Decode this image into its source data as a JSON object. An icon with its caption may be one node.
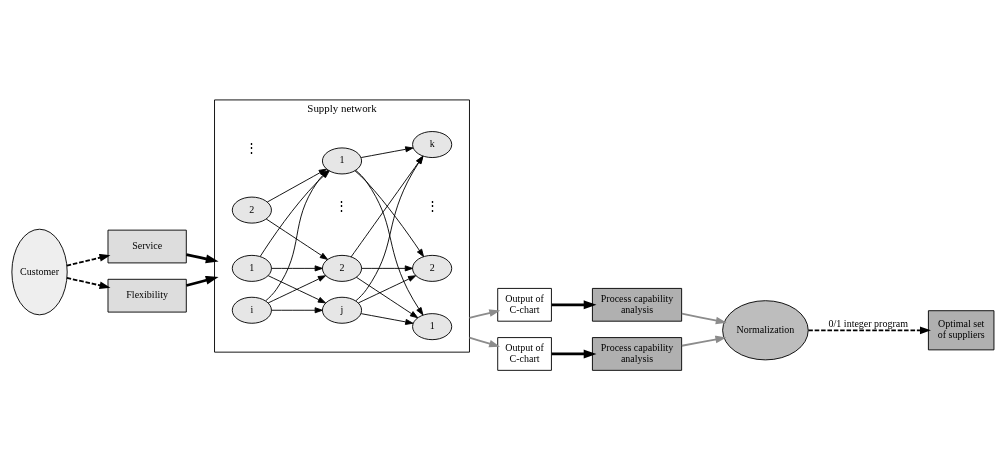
{
  "diagram": {
    "nodes": [
      {
        "text": [
          "Customer"
        ]
      },
      {
        "text": [
          "Service"
        ]
      },
      {
        "text": [
          "Flexibility"
        ]
      },
      {
        "text": [
          "Supply network"
        ]
      },
      {
        "text": [
          "1"
        ],
        "in": 3
      },
      {
        "text": [
          "2"
        ],
        "in": 3
      },
      {
        "text": [
          "i"
        ],
        "in": 3
      },
      {
        "text": [
          "1"
        ],
        "in": 3
      },
      {
        "text": [
          "2"
        ],
        "in": 3
      },
      {
        "text": [
          "j"
        ],
        "in": 3
      },
      {
        "text": [
          "1"
        ],
        "in": 3
      },
      {
        "text": [
          "2"
        ],
        "in": 3
      },
      {
        "text": [
          "k"
        ],
        "in": 3
      },
      {
        "text": [
          "Output of C-chart"
        ]
      },
      {
        "text": [
          "Process capability analysis"
        ]
      },
      {
        "text": [
          "Normalization"
        ]
      },
      {
        "text": [
          "Optimal set of suppliers"
        ]
      },
      {
        "text": [
          "Process capability analysis"
        ]
      },
      {
        "text": [
          "Output of C-chart"
        ]
      }
    ],
    "edges": [
      {
        "from": 0,
        "to": 1,
        "arrow": "to",
        "style": "dashed"
      },
      {
        "from": 0,
        "to": 2,
        "arrow": "to",
        "style": "dashed"
      },
      {
        "from": 1,
        "to": 3,
        "arrow": "to",
        "style": "thick"
      },
      {
        "from": 2,
        "to": 3,
        "arrow": "to",
        "style": "thick"
      },
      {
        "from": 4,
        "to": 7,
        "arrow": "to"
      },
      {
        "from": 4,
        "to": 8,
        "arrow": "to"
      },
      {
        "from": 4,
        "to": 9,
        "arrow": "to"
      },
      {
        "from": 5,
        "to": 7,
        "arrow": "to"
      },
      {
        "from": 5,
        "to": 8,
        "arrow": "to"
      },
      {
        "from": 6,
        "to": 7,
        "arrow": "to"
      },
      {
        "from": 6,
        "to": 8,
        "arrow": "to"
      },
      {
        "from": 6,
        "to": 9,
        "arrow": "to"
      },
      {
        "from": 7,
        "to": 10,
        "arrow": "to"
      },
      {
        "from": 7,
        "to": 11,
        "arrow": "to"
      },
      {
        "from": 7,
        "to": 12,
        "arrow": "to"
      },
      {
        "from": 8,
        "to": 10,
        "arrow": "to"
      },
      {
        "from": 8,
        "to": 11,
        "arrow": "to"
      },
      {
        "from": 8,
        "to": 12,
        "arrow": "to"
      },
      {
        "from": 9,
        "to": 10,
        "arrow": "to"
      },
      {
        "from": 9,
        "to": 11,
        "arrow": "to"
      },
      {
        "from": 9,
        "to": 12,
        "arrow": "to"
      },
      {
        "from": 3,
        "to": 13,
        "arrow": "to",
        "color": "#8c8c8c"
      },
      {
        "from": 3,
        "to": 18,
        "arrow": "to",
        "color": "#8c8c8c"
      },
      {
        "from": 13,
        "to": 14,
        "arrow": "to",
        "style": "thick"
      },
      {
        "from": 14,
        "to": 15,
        "arrow": "to",
        "color": "#8c8c8c"
      },
      {
        "from": 18,
        "to": 17,
        "arrow": "to",
        "style": "thick"
      },
      {
        "from": 17,
        "to": 15,
        "arrow": "to",
        "color": "#8c8c8c"
      },
      {
        "from": 15,
        "to": 16,
        "arrow": "to",
        "style": "dashed",
        "label": "0/1 integer program"
      }
    ],
    "labels": [
      "⋮",
      "⋮",
      "⋮"
    ]
  }
}
